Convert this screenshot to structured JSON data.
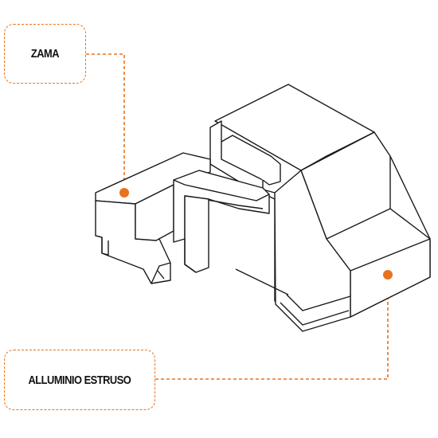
{
  "labels": {
    "zama": "ZAMA",
    "alluminio": "ALLUMINIO ESTRUSO"
  },
  "colors": {
    "accent": "#e8731e",
    "outline": "#1a1a1a",
    "text": "#111111",
    "background": "#ffffff"
  },
  "parts": [
    {
      "id": "zama-insert",
      "material_label": "zama"
    },
    {
      "id": "aluminium-profile",
      "material_label": "alluminio"
    }
  ]
}
